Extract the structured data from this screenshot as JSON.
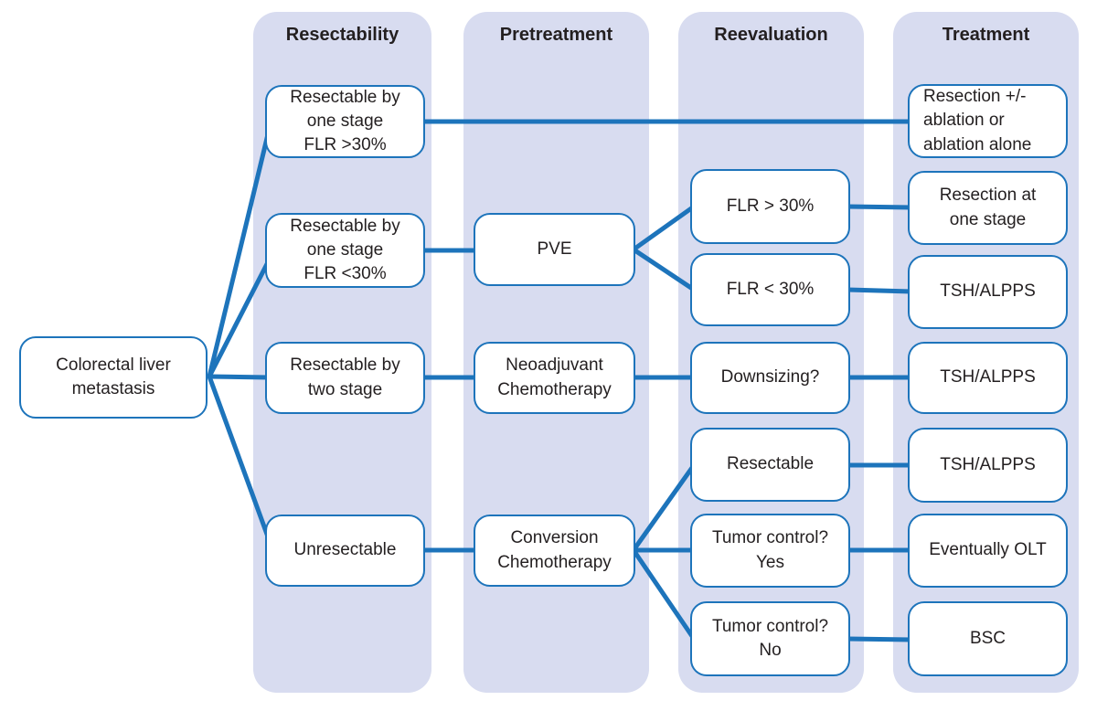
{
  "diagram": {
    "title_implicit": "Colorectal liver metastasis treatment decision flowchart",
    "columns": [
      {
        "id": "resectability",
        "header": "Resectability"
      },
      {
        "id": "pretreatment",
        "header": "Pretreatment"
      },
      {
        "id": "reevaluation",
        "header": "Reevaluation"
      },
      {
        "id": "treatment",
        "header": "Treatment"
      }
    ],
    "nodes": {
      "root": {
        "label": "Colorectal liver\nmetastasis"
      },
      "r1": {
        "column": "resectability",
        "label": "Resectable by\none stage\nFLR >30%"
      },
      "r2": {
        "column": "resectability",
        "label": "Resectable by\none stage\nFLR <30%"
      },
      "r3": {
        "column": "resectability",
        "label": "Resectable by\ntwo stage"
      },
      "r4": {
        "column": "resectability",
        "label": "Unresectable"
      },
      "p1": {
        "column": "pretreatment",
        "label": "PVE"
      },
      "p2": {
        "column": "pretreatment",
        "label": "Neoadjuvant\nChemotherapy"
      },
      "p3": {
        "column": "pretreatment",
        "label": "Conversion\nChemotherapy"
      },
      "e1": {
        "column": "reevaluation",
        "label": "FLR > 30%"
      },
      "e2": {
        "column": "reevaluation",
        "label": "FLR < 30%"
      },
      "e3": {
        "column": "reevaluation",
        "label": "Downsizing?"
      },
      "e4": {
        "column": "reevaluation",
        "label": "Resectable"
      },
      "e5": {
        "column": "reevaluation",
        "label": "Tumor control?\nYes"
      },
      "e6": {
        "column": "reevaluation",
        "label": "Tumor control?\nNo"
      },
      "t1": {
        "column": "treatment",
        "label": "Resection +/-\nablation or\nablation alone"
      },
      "t2": {
        "column": "treatment",
        "label": "Resection at\none stage"
      },
      "t3": {
        "column": "treatment",
        "label": "TSH/ALPPS"
      },
      "t4": {
        "column": "treatment",
        "label": "TSH/ALPPS"
      },
      "t5": {
        "column": "treatment",
        "label": "TSH/ALPPS"
      },
      "t6": {
        "column": "treatment",
        "label": "Eventually OLT"
      },
      "t7": {
        "column": "treatment",
        "label": "BSC"
      }
    },
    "edges": [
      {
        "from": "root",
        "to": "r1"
      },
      {
        "from": "root",
        "to": "r2"
      },
      {
        "from": "root",
        "to": "r3"
      },
      {
        "from": "root",
        "to": "r4"
      },
      {
        "from": "r1",
        "to": "t1"
      },
      {
        "from": "r2",
        "to": "p1"
      },
      {
        "from": "r3",
        "to": "p2"
      },
      {
        "from": "r4",
        "to": "p3"
      },
      {
        "from": "p1",
        "to": "e1"
      },
      {
        "from": "p1",
        "to": "e2"
      },
      {
        "from": "p2",
        "to": "e3"
      },
      {
        "from": "p3",
        "to": "e4"
      },
      {
        "from": "p3",
        "to": "e5"
      },
      {
        "from": "p3",
        "to": "e6"
      },
      {
        "from": "e1",
        "to": "t2"
      },
      {
        "from": "e2",
        "to": "t3"
      },
      {
        "from": "e3",
        "to": "t4"
      },
      {
        "from": "e4",
        "to": "t5"
      },
      {
        "from": "e5",
        "to": "t6"
      },
      {
        "from": "e6",
        "to": "t7"
      }
    ],
    "colors": {
      "band_fill": "#d8dcf0",
      "box_fill": "#ffffff",
      "box_border": "#1d74bb",
      "connector": "#1d74bb",
      "text": "#231f20"
    }
  }
}
